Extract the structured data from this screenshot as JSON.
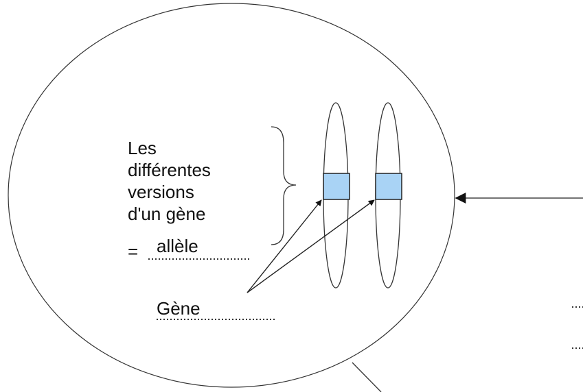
{
  "labels": {
    "versions_line1": "Les",
    "versions_line2": "différentes",
    "versions_line3": "versions",
    "versions_line4": "d'un gène",
    "equals": "=",
    "allele": "allèle",
    "gene": "Gène"
  },
  "colors": {
    "stroke": "#222222",
    "gene_box_fill": "#a9d3f5",
    "dotted_blank": "#333333"
  }
}
